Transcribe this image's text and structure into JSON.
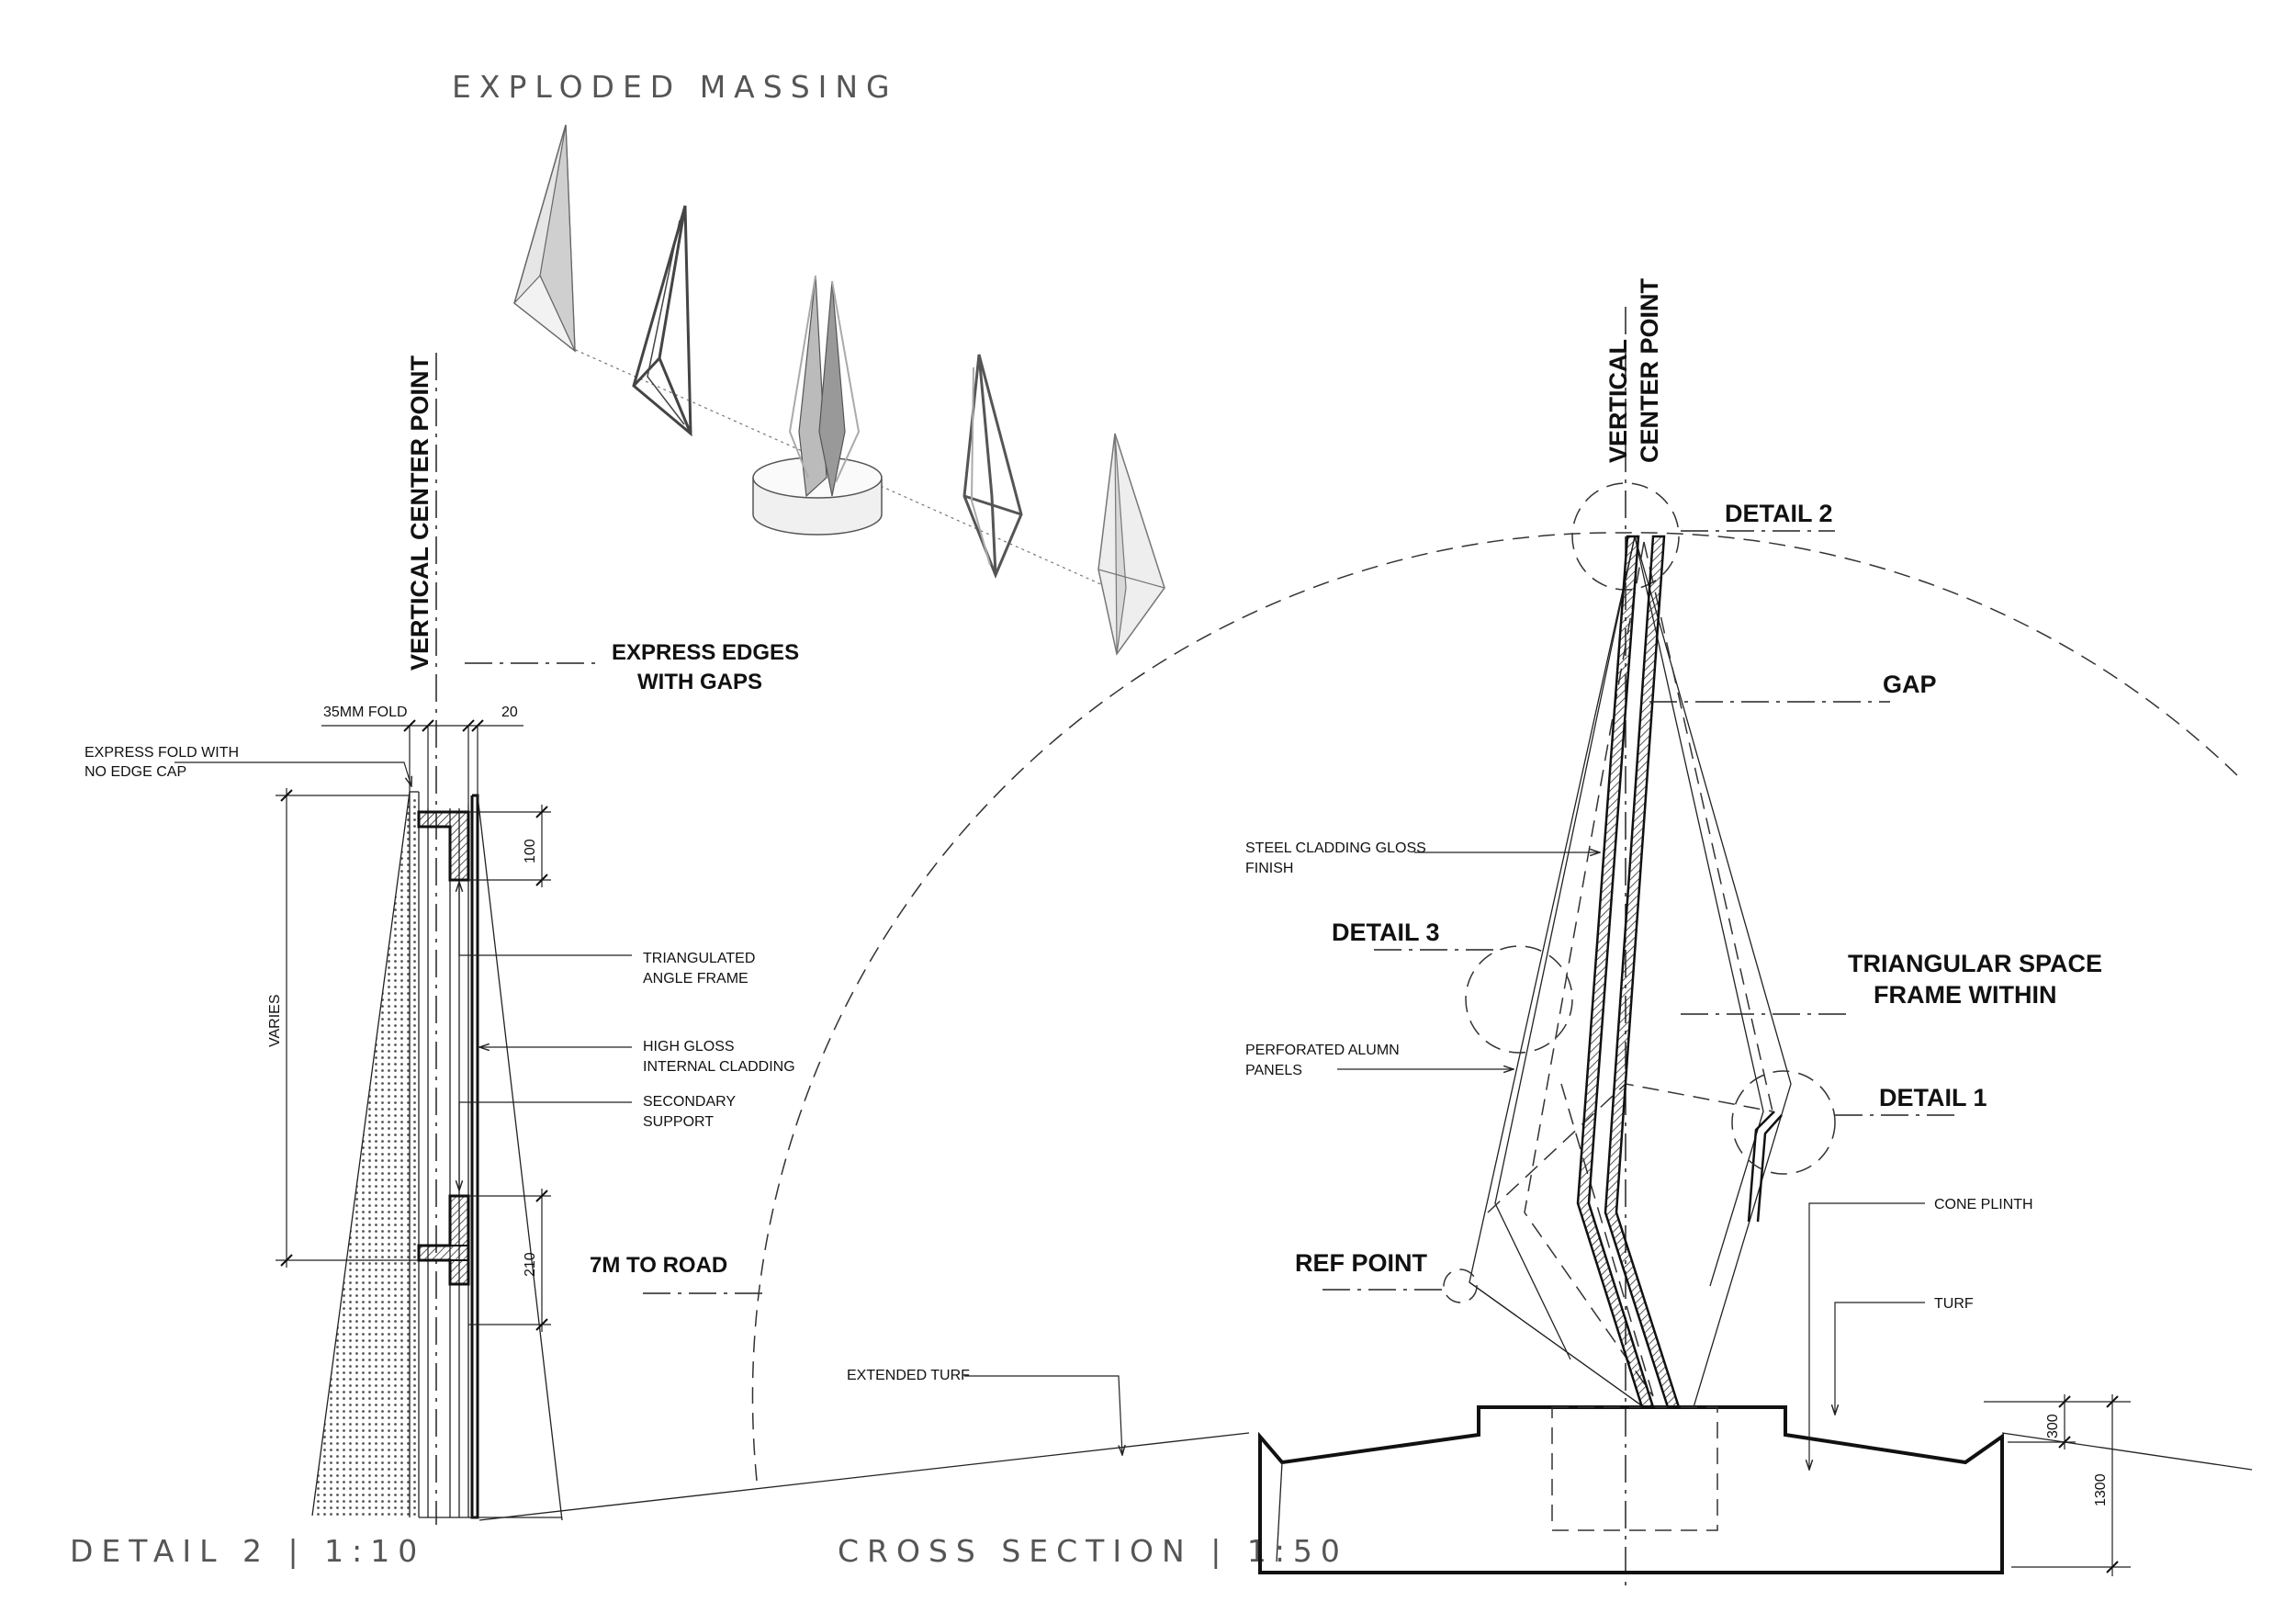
{
  "titles": {
    "exploded": "EXPLODED MASSING",
    "detail2": "DETAIL 2 | 1:10",
    "cross_section": "CROSS SECTION | 1:50"
  },
  "detail2": {
    "vertical_center": "VERTICAL CENTER POINT",
    "express_edges_line1": "EXPRESS EDGES",
    "express_edges_line2": "WITH GAPS",
    "fold_dim": "35MM FOLD",
    "gap_dim": "20",
    "express_fold_line1": "EXPRESS FOLD WITH",
    "express_fold_line2": "NO EDGE CAP",
    "dim_100": "100",
    "dim_210": "210",
    "varies": "VARIES",
    "triangulated_line1": "TRIANGULATED",
    "triangulated_line2": "ANGLE FRAME",
    "high_gloss_line1": "HIGH GLOSS",
    "high_gloss_line2": "INTERNAL CLADDING",
    "secondary_line1": "SECONDARY",
    "secondary_line2": "SUPPORT",
    "to_road": "7M TO ROAD"
  },
  "section": {
    "vertical_line1": "VERTICAL",
    "vertical_line2": "CENTER POINT",
    "detail2": "DETAIL 2",
    "gap": "GAP",
    "steel_line1": "STEEL CLADDING GLOSS",
    "steel_line2": "FINISH",
    "detail3": "DETAIL 3",
    "triangular_line1": "TRIANGULAR SPACE",
    "triangular_line2": "FRAME WITHIN",
    "perforated_line1": "PERFORATED ALUMN",
    "perforated_line2": "PANELS",
    "detail1": "DETAIL 1",
    "cone_plinth": "CONE PLINTH",
    "ref_point": "REF POINT",
    "turf": "TURF",
    "extended_turf": "EXTENDED TURF",
    "dim_300": "300",
    "dim_1300": "1300"
  }
}
